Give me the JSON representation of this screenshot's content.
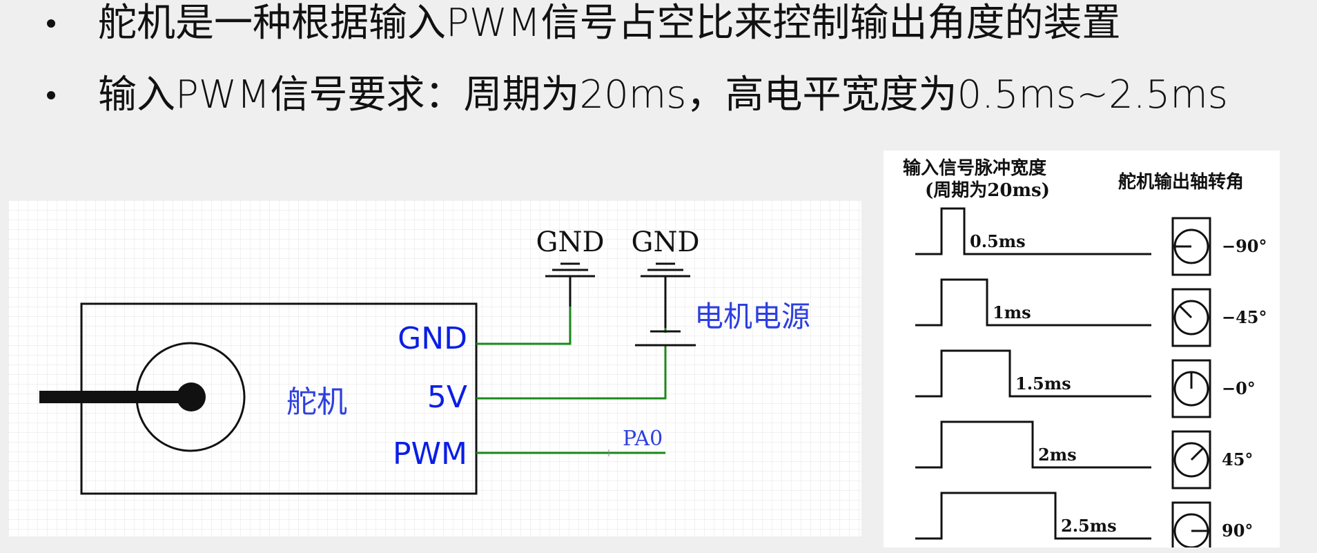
{
  "bullets": [
    "舵机是一种根据输入PWM信号占空比来控制输出角度的装置",
    "输入PWM信号要求：周期为20ms，高电平宽度为0.5ms~2.5ms"
  ],
  "schematic": {
    "servo_label": "舵机",
    "pins": {
      "gnd": "GND",
      "v5": "5V",
      "pwm": "PWM"
    },
    "ground_labels": [
      "GND",
      "GND"
    ],
    "power_label": "电机电源",
    "net_label": "PA0",
    "colors": {
      "wire": "#1a8a1a",
      "pin_text": "#0a1ee6",
      "label_blue": "#2d3fe0"
    }
  },
  "timing": {
    "left_header_line1": "输入信号脉冲宽度",
    "left_header_line2": "(周期为20ms)",
    "right_header": "舵机输出轴转角",
    "rows": [
      {
        "pulse_ms": 0.5,
        "label": "0.5ms",
        "angle_deg": -90,
        "angle_label": "−90°"
      },
      {
        "pulse_ms": 1.0,
        "label": "1ms",
        "angle_deg": -45,
        "angle_label": "−45°"
      },
      {
        "pulse_ms": 1.5,
        "label": "1.5ms",
        "angle_deg": 0,
        "angle_label": "−0°"
      },
      {
        "pulse_ms": 2.0,
        "label": "2ms",
        "angle_deg": 45,
        "angle_label": "45°"
      },
      {
        "pulse_ms": 2.5,
        "label": "2.5ms",
        "angle_deg": 90,
        "angle_label": "90°"
      }
    ]
  }
}
